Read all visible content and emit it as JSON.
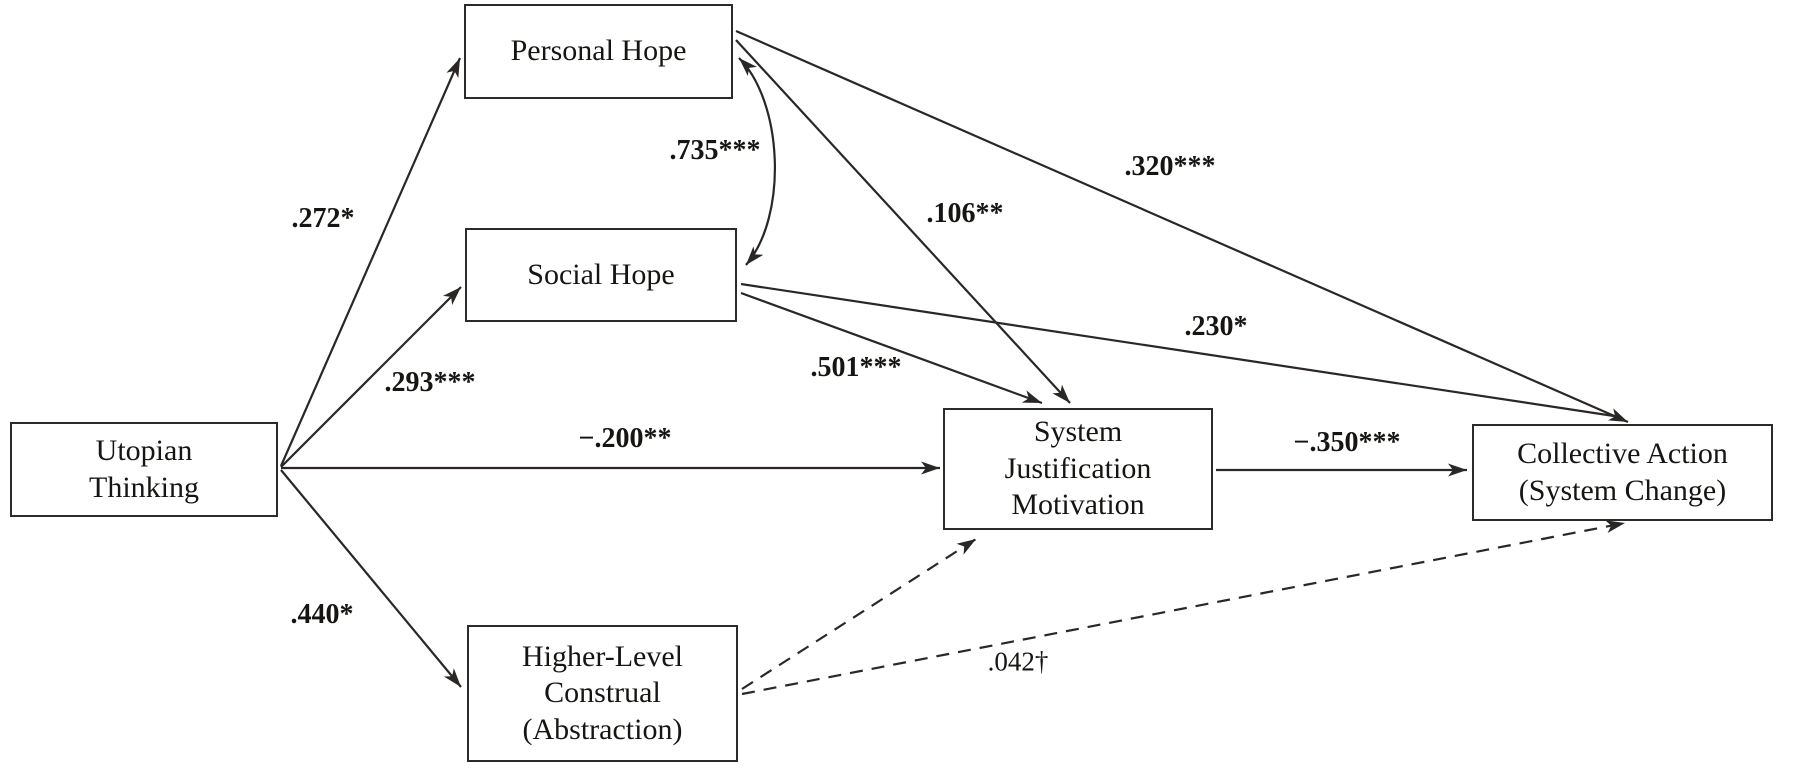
{
  "figure": {
    "type": "path-diagram",
    "background_color": "#ffffff",
    "line_color": "#2a2726",
    "text_color": "#171513",
    "nodes": {
      "utopian_thinking": {
        "label": "Utopian Thinking"
      },
      "personal_hope": {
        "label": "Personal Hope"
      },
      "social_hope": {
        "label": "Social Hope"
      },
      "higher_level_construal": {
        "label": "Higher-Level Construal (Abstraction)"
      },
      "system_justification": {
        "label": "System Justification Motivation"
      },
      "collective_action": {
        "label": "Collective Action (System Change)"
      }
    },
    "edges": {
      "utopian_to_personal": {
        "from": "utopian_thinking",
        "to": "personal_hope",
        "label": ".272*",
        "style": "solid",
        "arrow": "single"
      },
      "utopian_to_social": {
        "from": "utopian_thinking",
        "to": "social_hope",
        "label": ".293***",
        "style": "solid",
        "arrow": "single"
      },
      "utopian_to_sjm": {
        "from": "utopian_thinking",
        "to": "system_justification",
        "label": "−.200**",
        "style": "solid",
        "arrow": "single"
      },
      "utopian_to_construal": {
        "from": "utopian_thinking",
        "to": "higher_level_construal",
        "label": ".440*",
        "style": "solid",
        "arrow": "single"
      },
      "personal_social_covary": {
        "from": "personal_hope",
        "to": "social_hope",
        "label": ".735***",
        "style": "curved",
        "arrow": "double"
      },
      "personal_to_sjm": {
        "from": "personal_hope",
        "to": "system_justification",
        "label": ".106**",
        "style": "solid",
        "arrow": "single"
      },
      "personal_to_collective": {
        "from": "personal_hope",
        "to": "collective_action",
        "label": ".320***",
        "style": "solid",
        "arrow": "single"
      },
      "social_to_sjm": {
        "from": "social_hope",
        "to": "system_justification",
        "label": ".501***",
        "style": "solid",
        "arrow": "single"
      },
      "social_to_collective": {
        "from": "social_hope",
        "to": "collective_action",
        "label": ".230*",
        "style": "solid",
        "arrow": "single"
      },
      "sjm_to_collective": {
        "from": "system_justification",
        "to": "collective_action",
        "label": "−.350***",
        "style": "solid",
        "arrow": "single"
      },
      "construal_to_sjm": {
        "from": "higher_level_construal",
        "to": "system_justification",
        "label": "",
        "style": "dashed",
        "arrow": "single"
      },
      "construal_to_collective": {
        "from": "higher_level_construal",
        "to": "collective_action",
        "label": ".042†",
        "style": "dashed",
        "arrow": "single"
      }
    }
  }
}
